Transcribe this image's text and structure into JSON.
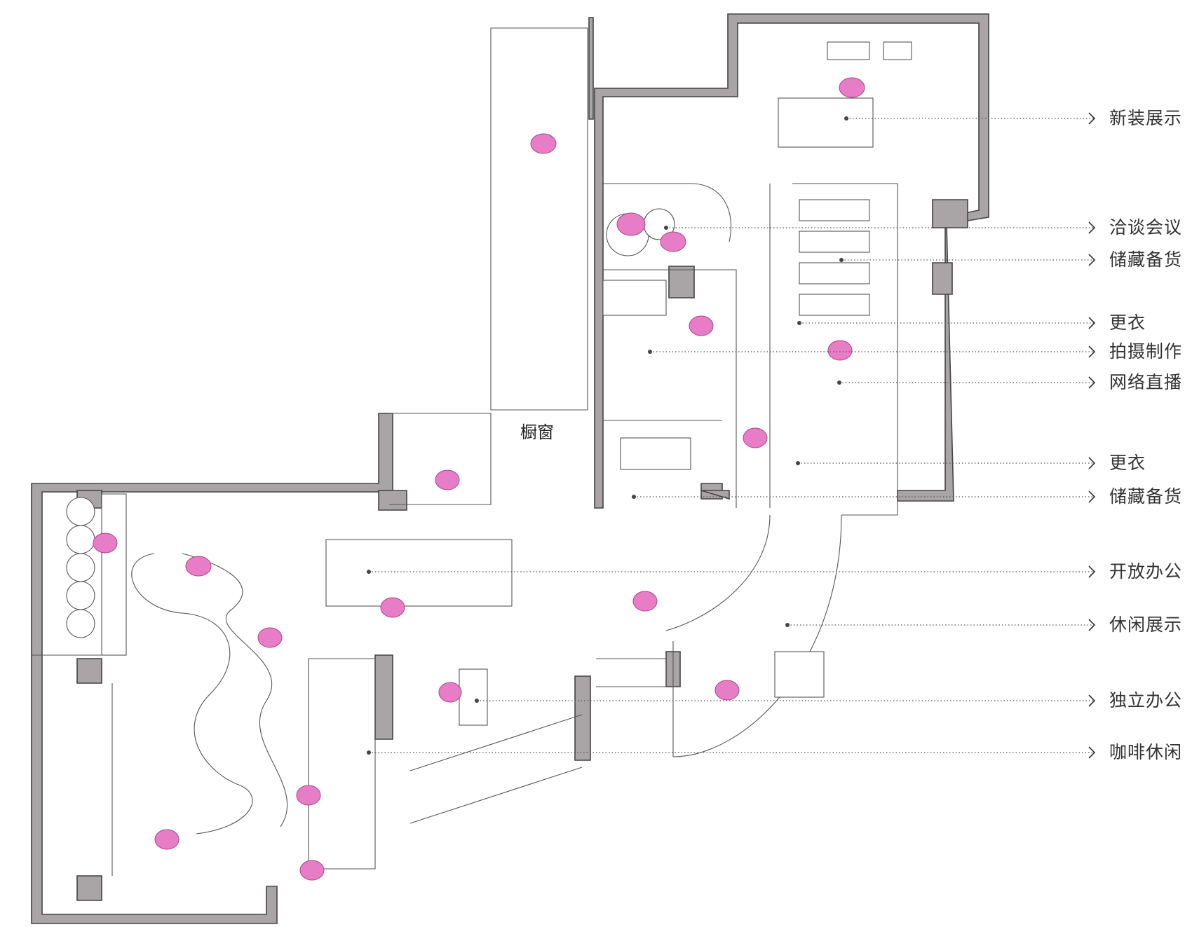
{
  "plan": {
    "window_label": "橱窗",
    "areas": [
      {
        "name": "新装展示"
      },
      {
        "name": "洽谈会议"
      },
      {
        "name": "储藏备货"
      },
      {
        "name": "更衣"
      },
      {
        "name": "拍摄制作"
      },
      {
        "name": "网络直播"
      },
      {
        "name": "更衣"
      },
      {
        "name": "储藏备货"
      },
      {
        "name": "开放办公"
      },
      {
        "name": "休闲展示"
      },
      {
        "name": "独立办公"
      },
      {
        "name": "咖啡休闲"
      }
    ]
  },
  "colors": {
    "wall": "#a9a4a6",
    "person": "#e77dc6",
    "line": "#555555"
  }
}
